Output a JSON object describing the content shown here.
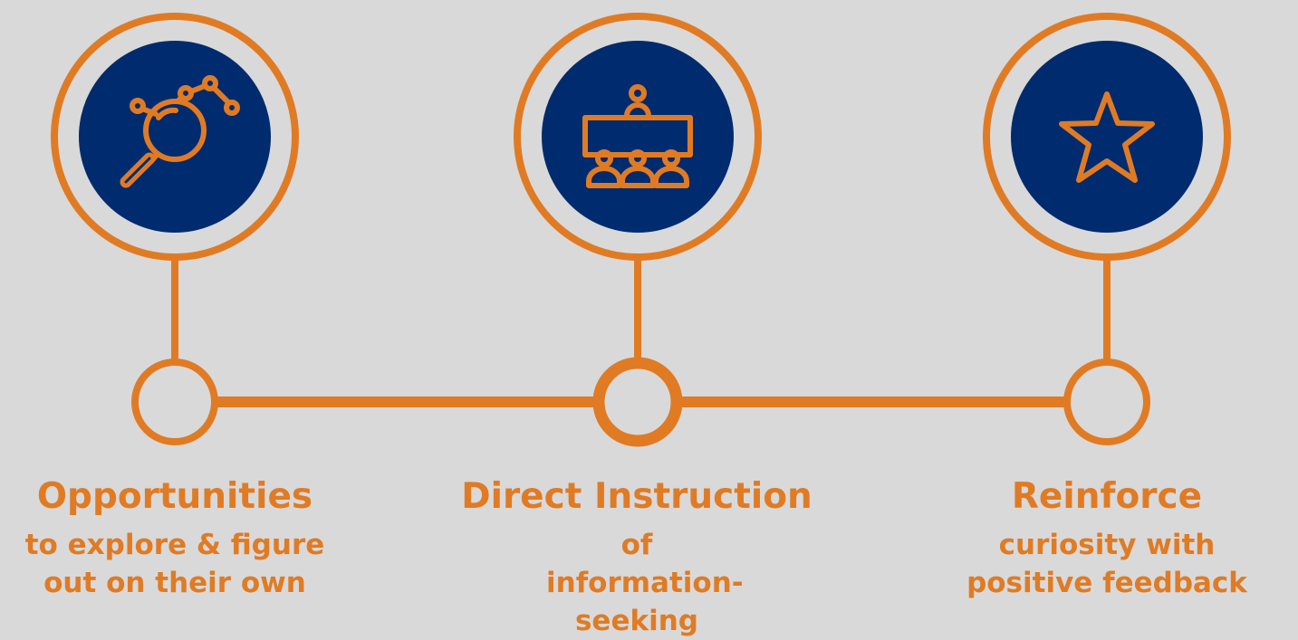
{
  "colors": {
    "background": "#d9d9d9",
    "accent": "#e07b24",
    "circle_fill": "#002b6e"
  },
  "steps": [
    {
      "icon": "magnifier-data-icon",
      "title": "Opportunities",
      "description": "to explore & figure out on their own"
    },
    {
      "icon": "presentation-audience-icon",
      "title": "Direct Instruction",
      "description": "of information-seeking"
    },
    {
      "icon": "star-icon",
      "title": "Reinforce",
      "description": "curiosity with positive feedback"
    }
  ]
}
